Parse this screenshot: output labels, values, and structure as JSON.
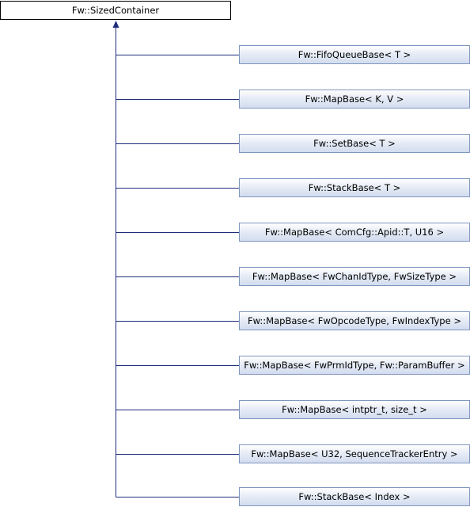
{
  "colors": {
    "edge": "#1f2d7a",
    "child_border": "#7f96bf",
    "child_fill_top": "#ffffff",
    "child_fill_bottom": "#d2dcef",
    "root_border": "#000000"
  },
  "root": {
    "label": "Fw::SizedContainer"
  },
  "children": [
    {
      "label": "Fw::FifoQueueBase< T >"
    },
    {
      "label": "Fw::MapBase< K, V >"
    },
    {
      "label": "Fw::SetBase< T >"
    },
    {
      "label": "Fw::StackBase< T >"
    },
    {
      "label": "Fw::MapBase< ComCfg::Apid::T, U16 >"
    },
    {
      "label": "Fw::MapBase< FwChanIdType, FwSizeType >"
    },
    {
      "label": "Fw::MapBase< FwOpcodeType, FwIndexType >"
    },
    {
      "label": "Fw::MapBase< FwPrmIdType, Fw::ParamBuffer >"
    },
    {
      "label": "Fw::MapBase< intptr_t, size_t >"
    },
    {
      "label": "Fw::MapBase< U32, SequenceTrackerEntry >"
    },
    {
      "label": "Fw::StackBase< Index >"
    }
  ]
}
